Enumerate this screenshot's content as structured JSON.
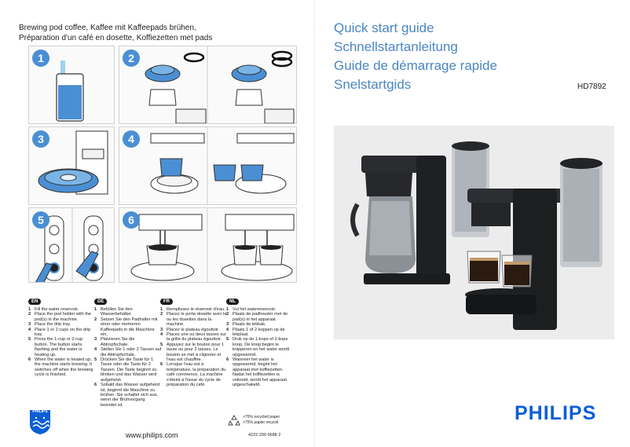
{
  "left_page": {
    "subtitle_line1": "Brewing pod coffee, Kaffee mit Kaffeepads brühen,",
    "subtitle_line2": "Préparation d'un café en dosette, Koffiezetten met pads",
    "steps": [
      "1",
      "2",
      "3",
      "4",
      "5",
      "6"
    ],
    "instructions": {
      "en": {
        "badge": "EN",
        "items": [
          {
            "n": "1",
            "t": "Fill the water reservoir."
          },
          {
            "n": "2",
            "t": "Place the pod holder with the pod(s) in the machine."
          },
          {
            "n": "3",
            "t": "Place the drip tray."
          },
          {
            "n": "4",
            "t": "Place 1 or 2 cups on the drip tray."
          },
          {
            "n": "5",
            "t": "Press the 1-cup or 2-cup button. The button starts flashing and the water is heating up."
          },
          {
            "n": "6",
            "t": "When the water is heated up, the machine starts brewing. It switches off when the brewing cycle is finished."
          }
        ]
      },
      "de": {
        "badge": "DE",
        "items": [
          {
            "n": "1",
            "t": "Befüllen Sie den Wasserbehälter."
          },
          {
            "n": "2",
            "t": "Setzen Sie den Padhalter mit einer oder mehreren Kaffeepads in die Maschine ein."
          },
          {
            "n": "3",
            "t": "Platzieren Sie die Abtropfschale."
          },
          {
            "n": "4",
            "t": "Stellen Sie 1 oder 2 Tassen auf die Abtropfschale."
          },
          {
            "n": "5",
            "t": "Drücken Sie die Taste für 1 Tasse oder die Taste für 2 Tassen. Die Taste beginnt zu blinken und das Wasser wird aufgeheizt."
          },
          {
            "n": "6",
            "t": "Sobald das Wasser aufgeheizt ist, beginnt die Maschine zu brühen. Sie schaltet sich aus, wenn der Brühvorgang beendet ist."
          }
        ]
      },
      "fr": {
        "badge": "FR",
        "items": [
          {
            "n": "1",
            "t": "Remplissez le réservoir d'eau."
          },
          {
            "n": "2",
            "t": "Placez le porte-dosette avec la ou les dosettes dans la machine."
          },
          {
            "n": "3",
            "t": "Placez le plateau égouttoir."
          },
          {
            "n": "4",
            "t": "Placez une ou deux tasses sur la grille du plateau égouttoir."
          },
          {
            "n": "5",
            "t": "Appuyez sur le bouton pour 1 tasse ou pour 2 tasses. Le bouton se met à clignoter et l'eau est chauffée."
          },
          {
            "n": "6",
            "t": "Lorsque l'eau est à température, la préparation du café commence. La machine s'éteint à l'issue du cycle de préparation du café."
          }
        ]
      },
      "nl": {
        "badge": "NL",
        "items": [
          {
            "n": "1",
            "t": "Vul het waterreservoir."
          },
          {
            "n": "2",
            "t": "Plaats de padhouder met de pad(s) in het apparaat."
          },
          {
            "n": "3",
            "t": "Plaats de lekbak."
          },
          {
            "n": "4",
            "t": "Plaats 1 of 2 koppen op de lekplaat."
          },
          {
            "n": "5",
            "t": "Druk op de 1-kops of 2-kops knop. De knop begint te knipperen en het water wordt opgewarmd."
          },
          {
            "n": "6",
            "t": "Wanneer het water is opgewarmd, begint het apparaat met koffiezetten. Nadat het koffiezetten is voltooid, wordt het apparaat uitgeschakeld."
          }
        ]
      }
    },
    "footer": {
      "shield_label": "PHILIPS",
      "website": "www.philips.com",
      "recycle_line1": ">75% recycled paper",
      "recycle_line2": ">75% papier recyclé",
      "doc_number": "4222 200 0688 2"
    }
  },
  "right_page": {
    "title_en": "Quick start guide",
    "title_de": "Schnellstartanleitung",
    "title_fr": "Guide de démarrage rapide",
    "title_nl": "Snelstartgids",
    "model": "HD7892",
    "brand": "PHILIPS"
  },
  "colors": {
    "accent_blue": "#4a86c5",
    "step_blue": "#4a8fd4",
    "brand_blue": "#0b5ed7"
  }
}
